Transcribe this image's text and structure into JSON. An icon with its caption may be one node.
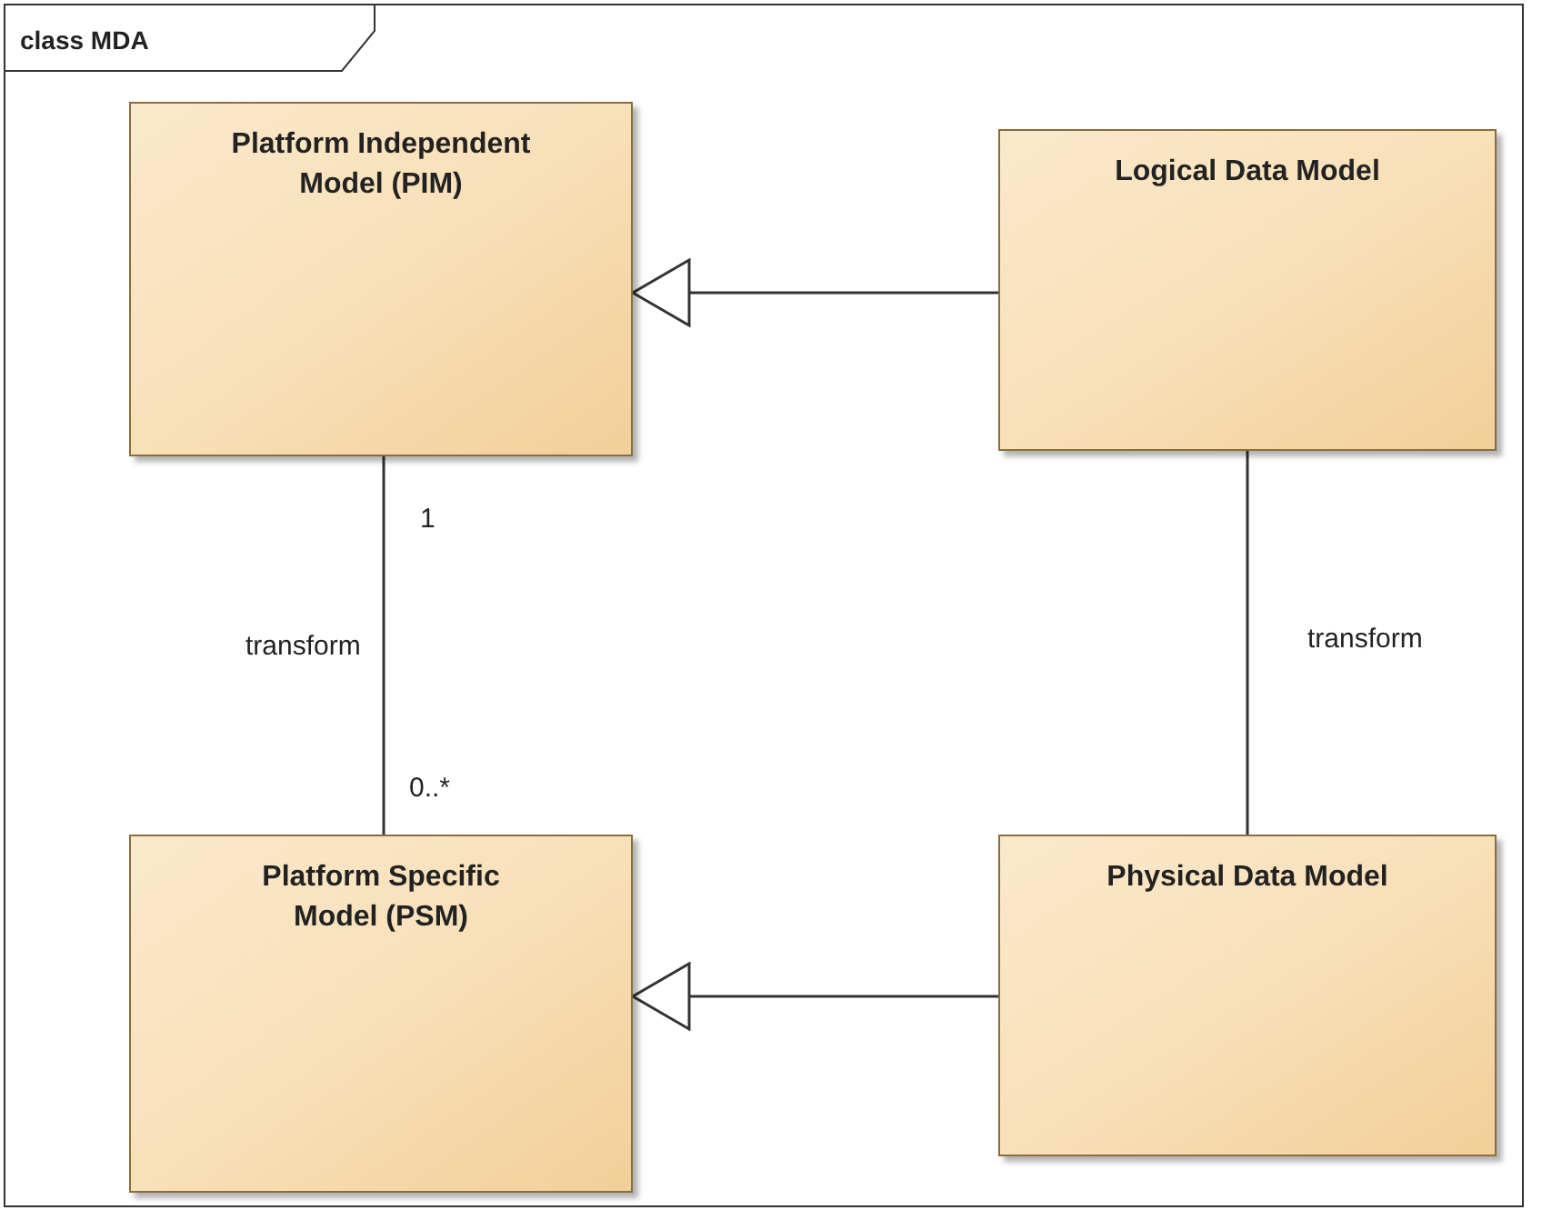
{
  "diagram": {
    "nodes": [
      {
        "text": [
          "class MDA"
        ]
      },
      {
        "text": [
          "Platform Independent Model (PIM)"
        ],
        "in": 0
      },
      {
        "text": [
          "Logical Data Model"
        ],
        "in": 0
      },
      {
        "text": [
          "Platform Specific Model (PSM)"
        ],
        "in": 0
      },
      {
        "text": [
          "Physical Data Model"
        ],
        "in": 0
      }
    ],
    "edges": [
      {
        "from": 2,
        "to": 1,
        "arrow": "to"
      },
      {
        "from": 1,
        "to": 3,
        "arrow": "none",
        "label": "transform"
      },
      {
        "from": 2,
        "to": 4,
        "arrow": "none",
        "label": "transform"
      },
      {
        "from": 4,
        "to": 3,
        "arrow": "to"
      }
    ],
    "labels": [
      "1",
      "0..*"
    ]
  }
}
